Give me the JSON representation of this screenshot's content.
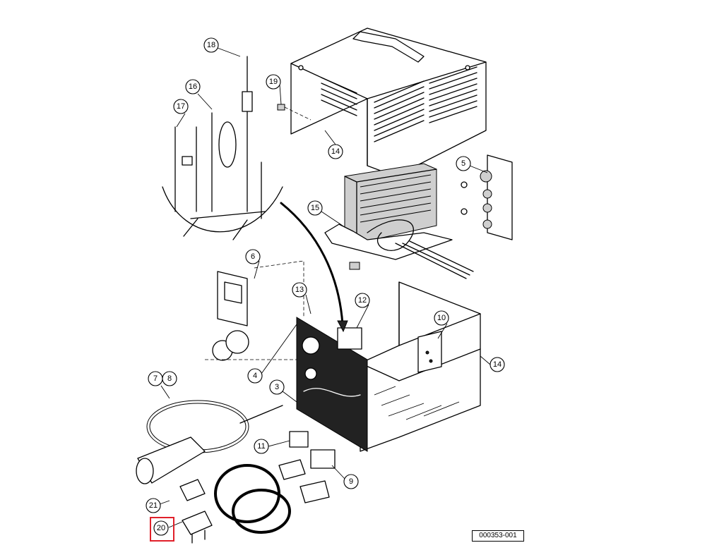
{
  "diagram": {
    "drawing_number": "000353-001",
    "highlighted_callout": "20",
    "highlight_color": "#e0202a",
    "callouts": {
      "c18": "18",
      "c16": "16",
      "c17": "17",
      "c19": "19",
      "c14a": "14",
      "c5": "5",
      "c15": "15",
      "c6": "6",
      "c13": "13",
      "c12": "12",
      "c10": "10",
      "c14b": "14",
      "c7": "7",
      "c8": "8",
      "c4": "4",
      "c3": "3",
      "c11": "11",
      "c9": "9",
      "c21": "21",
      "c20": "20"
    }
  }
}
